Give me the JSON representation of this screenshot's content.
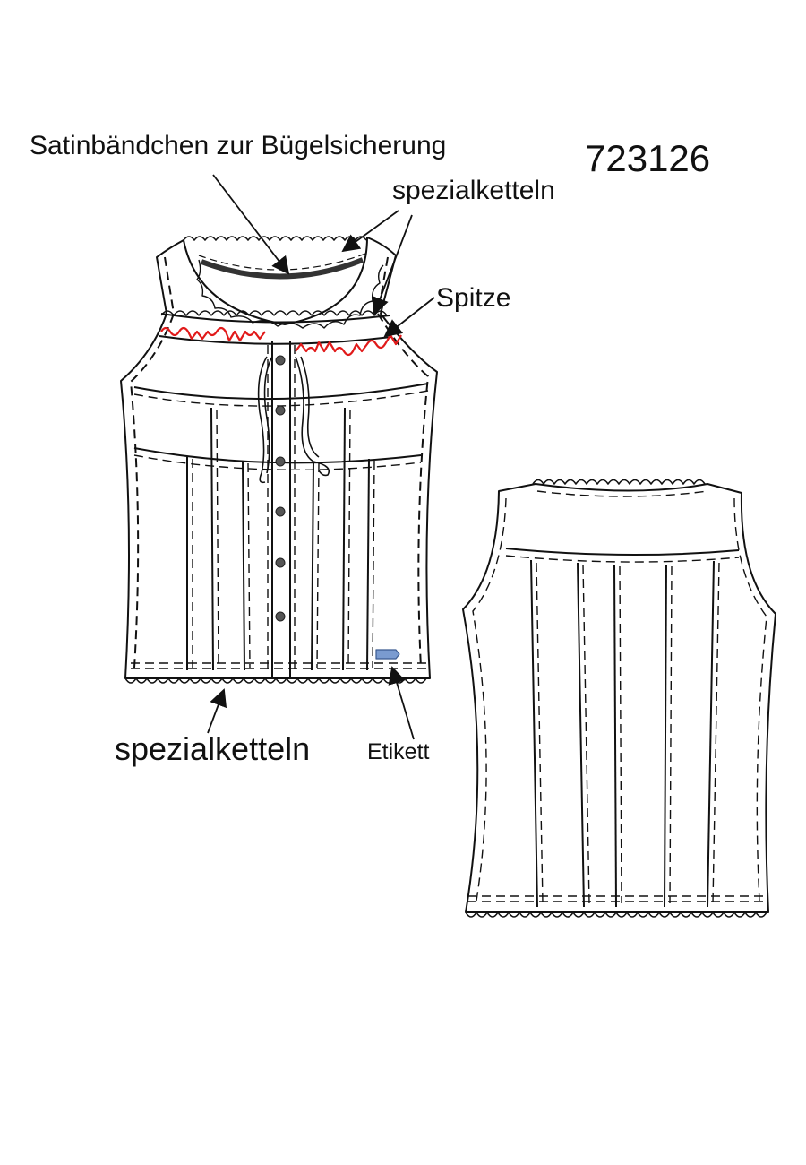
{
  "drawing": {
    "article_number": "723126",
    "labels": {
      "satin_ribbon": "Satinbändchen zur Bügelsicherung",
      "chain_stitch_top": "spezialketteln",
      "lace": "Spitze",
      "chain_stitch_bottom": "spezialketteln",
      "label_tag": "Etikett"
    },
    "front_view": {
      "button_count": 6
    },
    "colors": {
      "line": "#111111",
      "lace_trim": "#e11a1a",
      "ribbon": "#333333",
      "button": "#555555",
      "label_tag": "#7a9bd0"
    },
    "icons": [
      "arrow-icon",
      "button-icon",
      "label-tag-icon"
    ]
  }
}
